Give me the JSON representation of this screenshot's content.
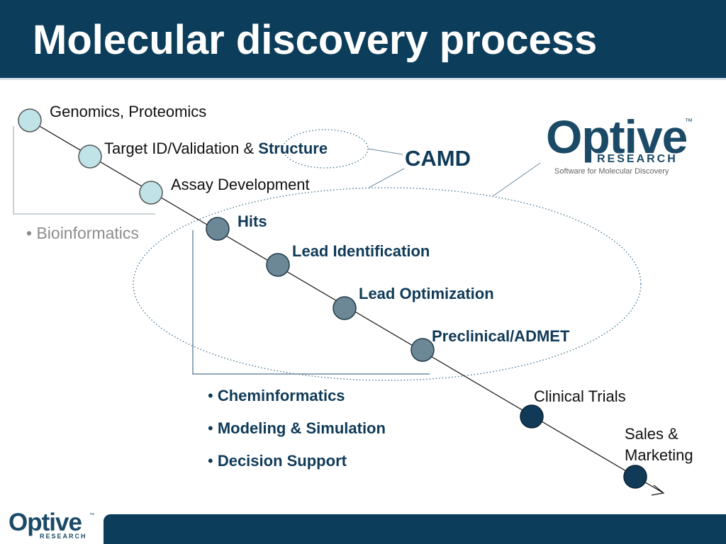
{
  "title": "Molecular discovery process",
  "colors": {
    "header_bg": "#0c3d5a",
    "early_node": "#bfe3e6",
    "mid_node": "#6c8796",
    "late_node": "#103a57",
    "label_accent": "#0f3a58",
    "muted": "#8c8c8c"
  },
  "stages": [
    {
      "label": "Genomics, Proteomics",
      "group": "early"
    },
    {
      "label_prefix": "Target ID/Validation & ",
      "label_highlight": "Structure",
      "group": "early"
    },
    {
      "label": "Assay Development",
      "group": "early"
    },
    {
      "label": "Hits",
      "group": "mid"
    },
    {
      "label": "Lead Identification",
      "group": "mid"
    },
    {
      "label": "Lead Optimization",
      "group": "mid"
    },
    {
      "label": "Preclinical/ADMET",
      "group": "mid"
    },
    {
      "label": "Clinical Trials",
      "group": "late"
    },
    {
      "label": "Sales & Marketing",
      "group": "late"
    }
  ],
  "camd_label": "CAMD",
  "bioinformatics": {
    "bullet": "•",
    "label": "Bioinformatics"
  },
  "cheminformatics_list": [
    {
      "bullet": "•",
      "label": "Cheminformatics"
    },
    {
      "bullet": "•",
      "label": "Modeling & Simulation"
    },
    {
      "bullet": "•",
      "label": "Decision Support"
    }
  ],
  "logo_large": {
    "word": "Optive",
    "trademark": "™",
    "subtitle": "RESEARCH",
    "tagline": "Software for Molecular Discovery"
  },
  "logo_small": {
    "word": "Optive",
    "trademark": "™",
    "subtitle": "RESEARCH"
  }
}
